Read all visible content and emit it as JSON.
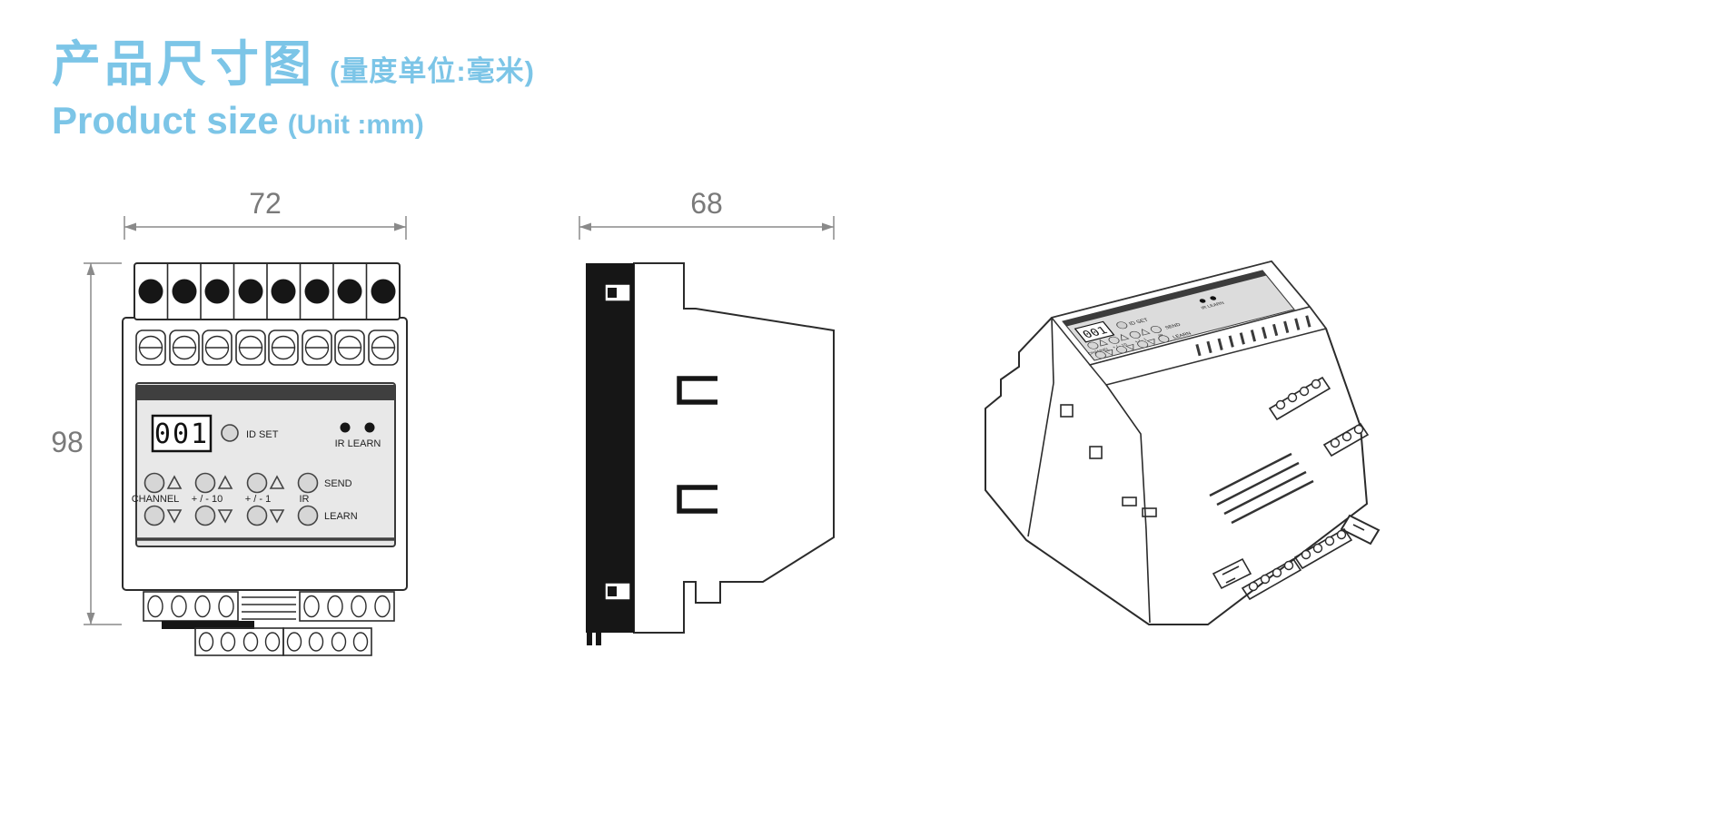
{
  "colors": {
    "accent": "#7cc5e7",
    "line": "#2b2b2b",
    "dim_text": "#7a7a7a",
    "panel_fill": "#e8e8e8",
    "panel_stripe": "#3f3f3f"
  },
  "header": {
    "title_zh": "产品尺寸图",
    "unit_zh": "(量度单位:毫米)",
    "title_en": "Product size",
    "unit_en": "(Unit :mm)"
  },
  "dims": {
    "front_width": "72",
    "front_height": "98",
    "side_depth": "68"
  },
  "panel": {
    "display": "001",
    "id_set": "ID SET",
    "ir_learn": "IR LEARN",
    "channel": "CHANNEL",
    "pm10": "+ / - 10",
    "pm1": "+ / - 1",
    "ir": "IR",
    "send": "SEND",
    "learn": "LEARN"
  }
}
